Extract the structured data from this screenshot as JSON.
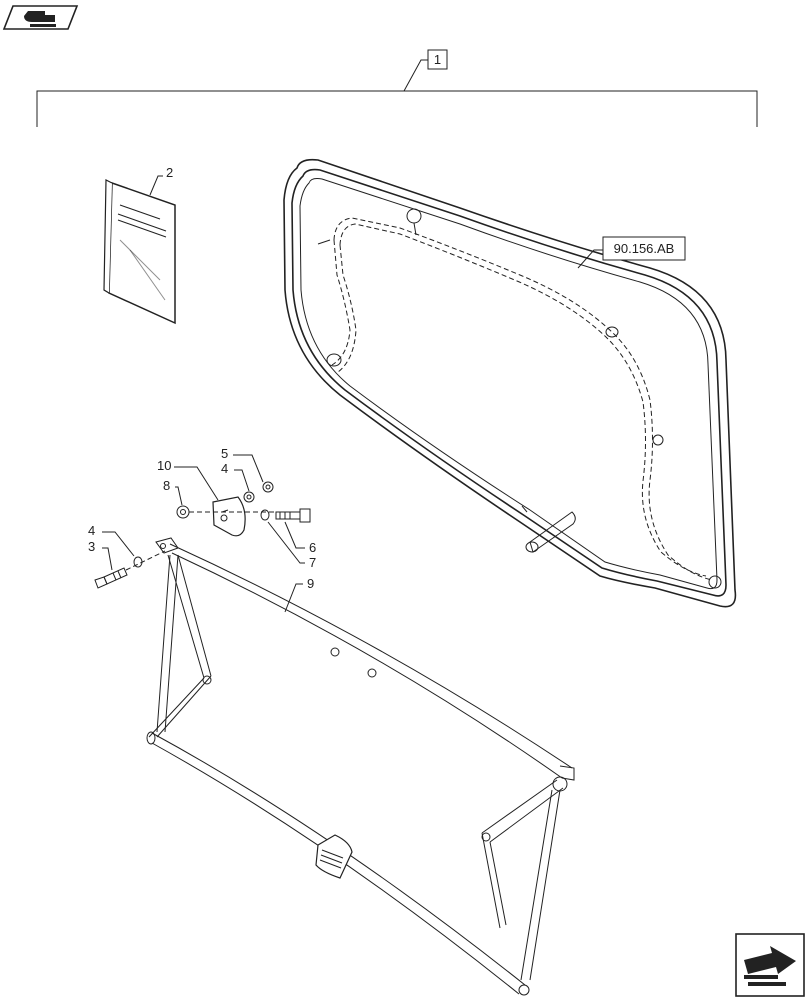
{
  "callouts": {
    "assembly": "1",
    "manual": "2",
    "bolt_large": "3",
    "washer_left": "4",
    "washer_top": "4",
    "nut_top": "5",
    "bolt_small": "6",
    "washer_right": "7",
    "nut_left": "8",
    "bar_frame": "9",
    "bracket": "10"
  },
  "reference_label": "90.156.AB",
  "icons": {
    "top_left": "previous-page-icon",
    "bottom_right": "next-page-icon"
  }
}
